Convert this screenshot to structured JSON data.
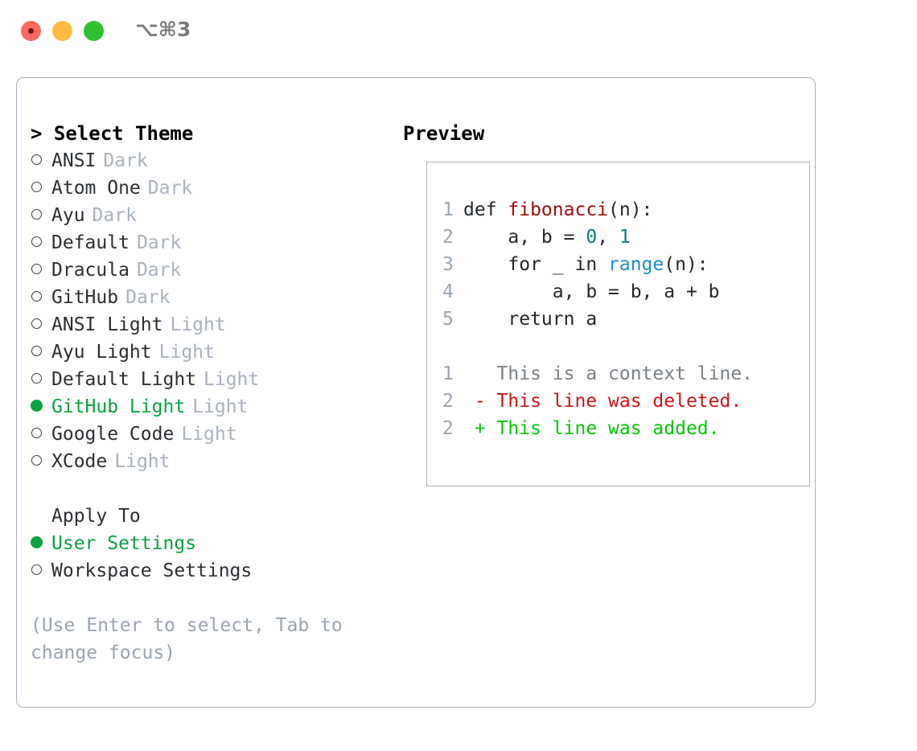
{
  "titlebar": {
    "shortcut": "⌥⌘3",
    "lights": [
      "close-red",
      "minimize-yellow",
      "maximize-green"
    ]
  },
  "left": {
    "title": "> Select Theme",
    "themes": [
      {
        "bullet": "ring",
        "name": "ANSI",
        "tag": "Dark",
        "selected": false
      },
      {
        "bullet": "ring",
        "name": "Atom One",
        "tag": "Dark",
        "selected": false
      },
      {
        "bullet": "ring",
        "name": "Ayu",
        "tag": "Dark",
        "selected": false
      },
      {
        "bullet": "ring",
        "name": "Default",
        "tag": "Dark",
        "selected": false
      },
      {
        "bullet": "ring",
        "name": "Dracula",
        "tag": "Dark",
        "selected": false
      },
      {
        "bullet": "ring",
        "name": "GitHub",
        "tag": "Dark",
        "selected": false
      },
      {
        "bullet": "ring",
        "name": "ANSI Light",
        "tag": "Light",
        "selected": false
      },
      {
        "bullet": "ring",
        "name": "Ayu Light",
        "tag": "Light",
        "selected": false
      },
      {
        "bullet": "ring",
        "name": "Default Light",
        "tag": "Light",
        "selected": false
      },
      {
        "bullet": "dot",
        "name": "GitHub Light",
        "tag": "Light",
        "selected": true
      },
      {
        "bullet": "ring",
        "name": "Google Code",
        "tag": "Light",
        "selected": false
      },
      {
        "bullet": "ring",
        "name": "XCode",
        "tag": "Light",
        "selected": false
      }
    ],
    "apply_to_label": "Apply To",
    "apply_to": [
      {
        "bullet": "dot",
        "name": "User Settings",
        "selected": true
      },
      {
        "bullet": "ring",
        "name": "Workspace Settings",
        "selected": false
      }
    ],
    "hint": "(Use Enter to select, Tab to change focus)"
  },
  "right": {
    "title": "Preview",
    "code_lines": [
      {
        "ln": "1",
        "tokens": [
          {
            "t": "def ",
            "c": "plain"
          },
          {
            "t": "fibonacci",
            "c": "fn"
          },
          {
            "t": "(n):",
            "c": "plain"
          }
        ]
      },
      {
        "ln": "2",
        "tokens": [
          {
            "t": "    a, b = ",
            "c": "plain"
          },
          {
            "t": "0",
            "c": "num"
          },
          {
            "t": ", ",
            "c": "plain"
          },
          {
            "t": "1",
            "c": "num"
          }
        ]
      },
      {
        "ln": "3",
        "tokens": [
          {
            "t": "    for _ in ",
            "c": "plain"
          },
          {
            "t": "range",
            "c": "kw"
          },
          {
            "t": "(n):",
            "c": "plain"
          }
        ]
      },
      {
        "ln": "4",
        "tokens": [
          {
            "t": "        a, b = b, a + b",
            "c": "plain"
          }
        ]
      },
      {
        "ln": "5",
        "tokens": [
          {
            "t": "    return a",
            "c": "plain"
          }
        ]
      }
    ],
    "diff_lines": [
      {
        "ln": "1",
        "tokens": [
          {
            "t": "   This is a context line.",
            "c": "ctx"
          }
        ]
      },
      {
        "ln": "2",
        "tokens": [
          {
            "t": " - This line was deleted.",
            "c": "del"
          }
        ]
      },
      {
        "ln": "2",
        "tokens": [
          {
            "t": " + This line was added.",
            "c": "add"
          }
        ]
      }
    ]
  },
  "colors": {
    "accent_green": "#0aa23f",
    "added_green": "#06c606",
    "deleted_red": "#cc1414",
    "function_red": "#9c0d0d",
    "number_teal": "#0d7d7d",
    "keyword_blue": "#1a8ccc",
    "muted": "#9aa5b1",
    "border": "#aab4c1"
  }
}
